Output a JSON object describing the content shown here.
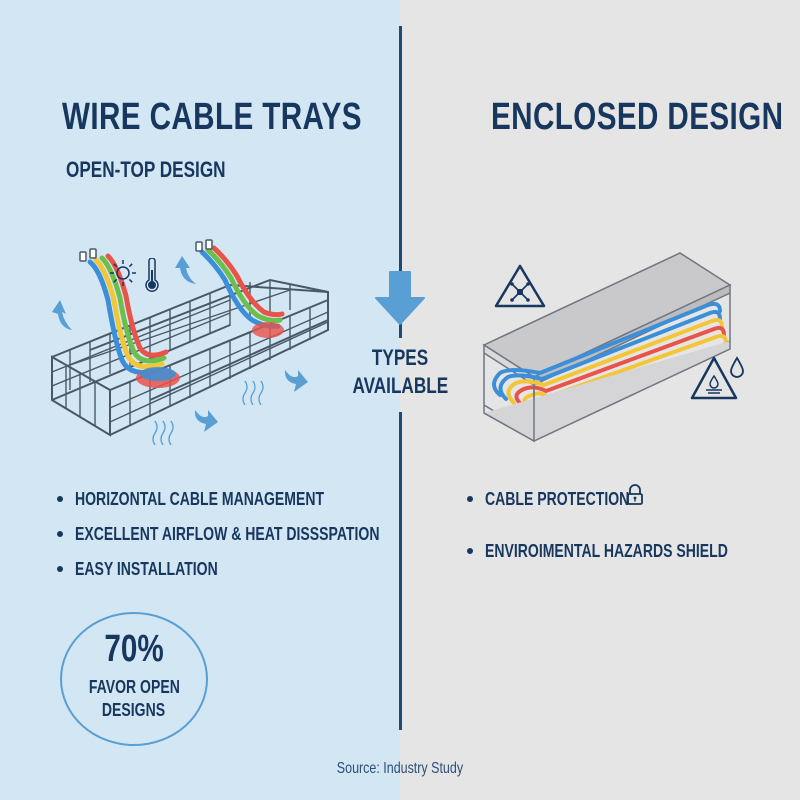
{
  "colors": {
    "left_background": "#d3e6f4",
    "right_background": "#e5e5e6",
    "text_primary": "#17375e",
    "accent_blue": "#5a9fd4",
    "divider": "#1f4a72",
    "cable_red": "#e8534a",
    "cable_green": "#6cbf4a",
    "cable_blue": "#3b8fd8",
    "cable_yellow": "#f2c636"
  },
  "left": {
    "title": "WIRE CABLE TRAYS",
    "subtitle": "OPEN-TOP DESIGN",
    "illustration": "wire-mesh-cable-tray",
    "icons": [
      "sun-icon",
      "thermometer-icon",
      "airflow-arrow-icon",
      "heat-wave-icon"
    ],
    "bullets": [
      "HORIZONTAL CABLE MANAGEMENT",
      "EXCELLENT AIRFLOW & HEAT DISSSPATION",
      "EASY INSTALLATION"
    ],
    "stat": {
      "value": "70%",
      "label_line1": "FAVOR OPEN",
      "label_line2": "DESIGNS"
    }
  },
  "center": {
    "icon": "arrow-down-icon",
    "label_line1": "TYPES",
    "label_line2": "AVAILABLE"
  },
  "right": {
    "title": "ENCLOSED DESIGN",
    "illustration": "enclosed-cable-duct",
    "icons": [
      "hazard-warning-icon",
      "moisture-warning-icon"
    ],
    "bullets": [
      "CABLE PROTECTION",
      "ENVIROIMENTAL HAZARDS SHIELD"
    ],
    "bullet_icons": [
      "lock-icon",
      null
    ]
  },
  "footer": {
    "source": "Source: Industry Study"
  }
}
